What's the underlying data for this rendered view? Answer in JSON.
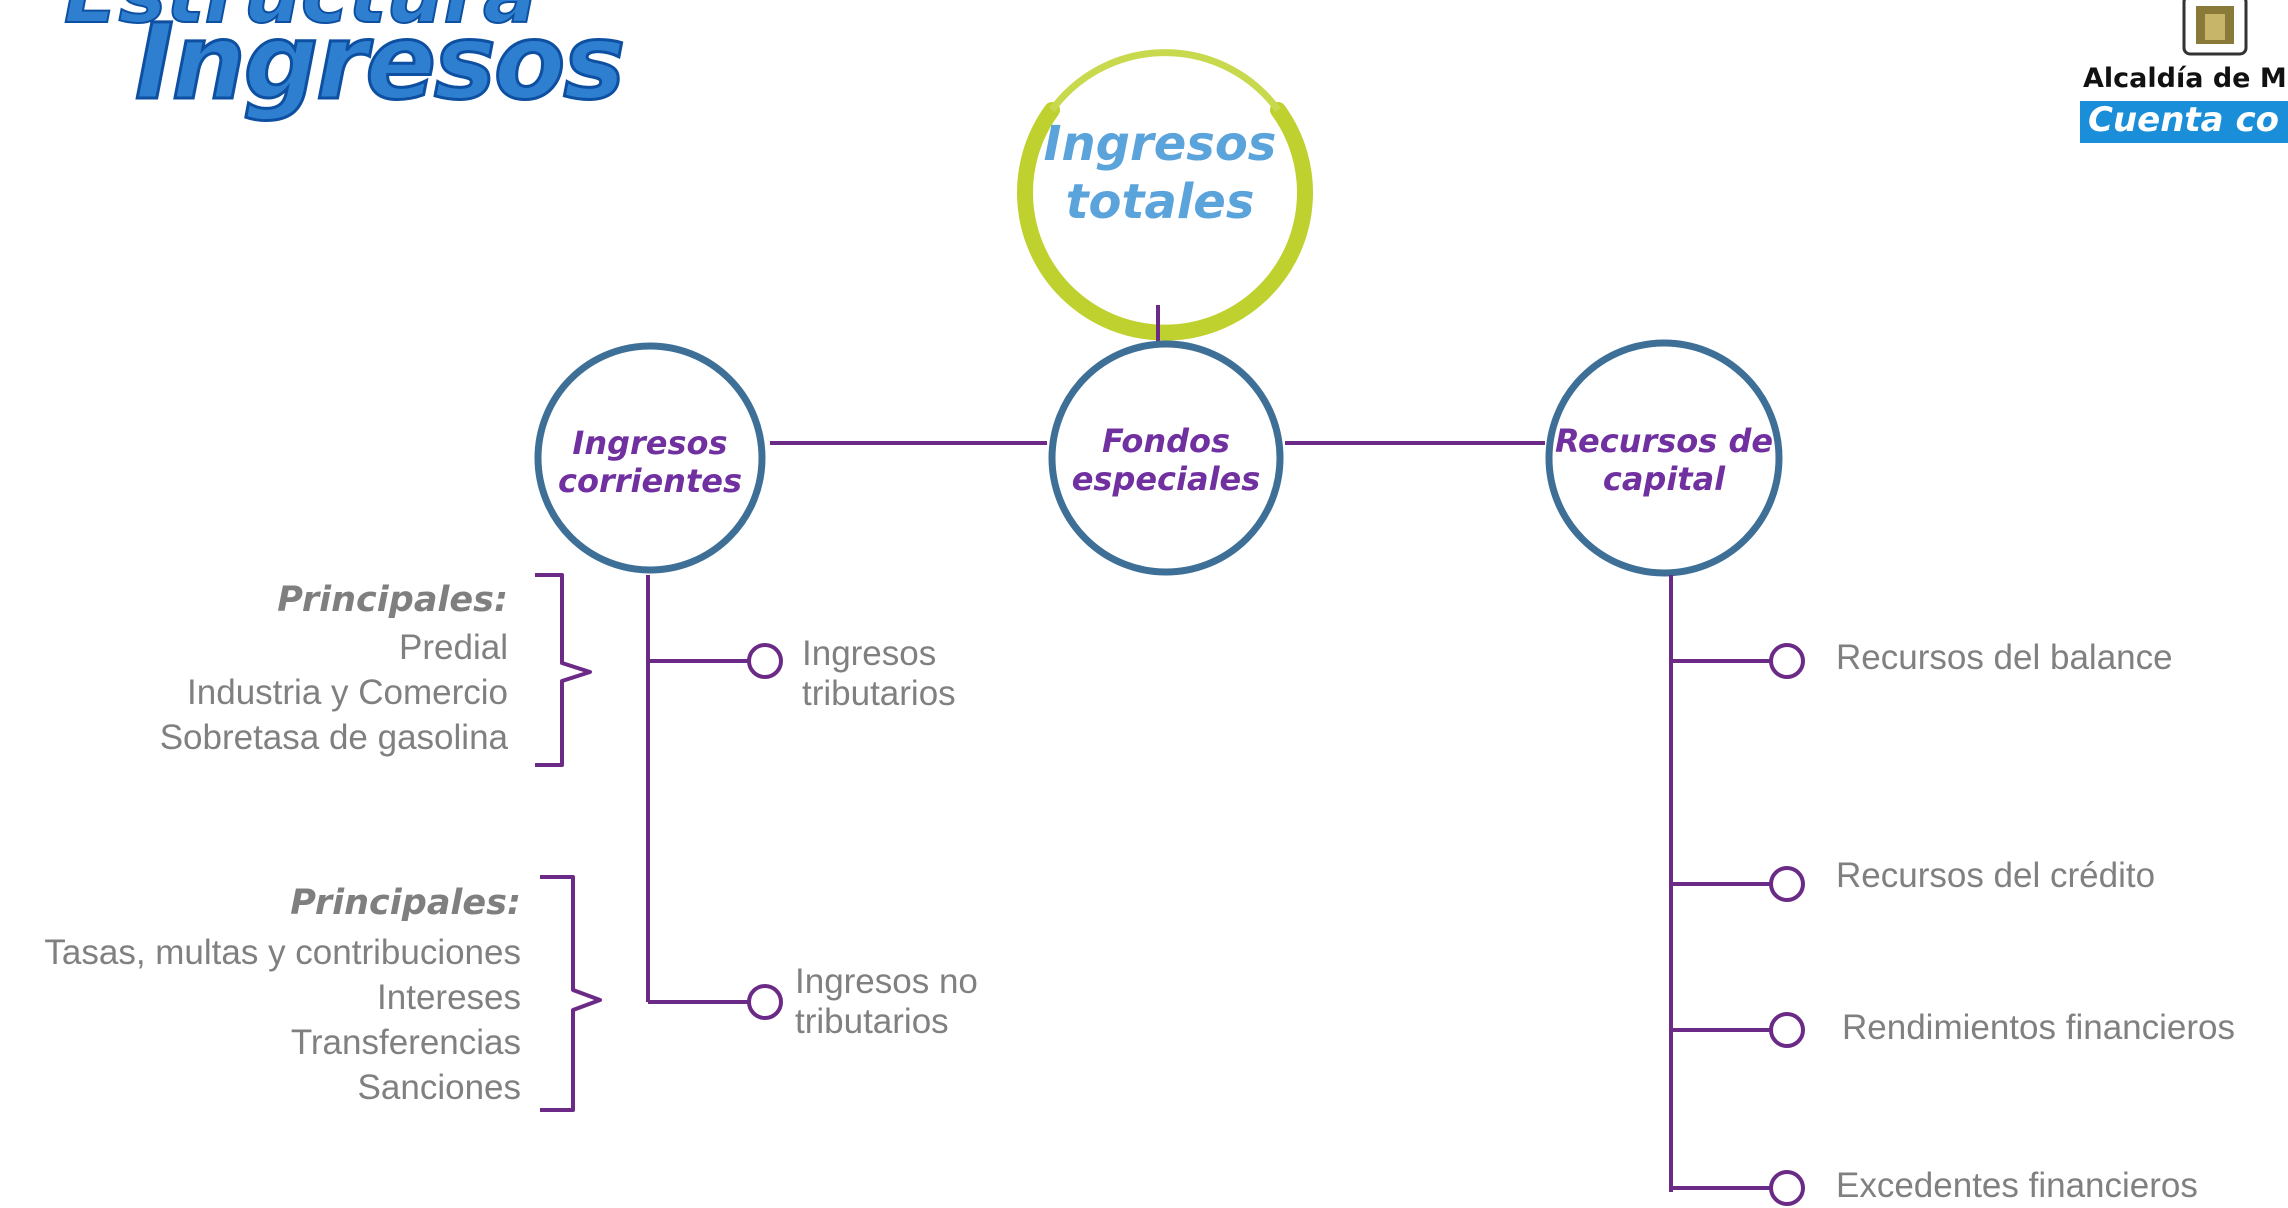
{
  "title": {
    "line1": "Estructura",
    "line2": "Ingresos"
  },
  "logo": {
    "text1": "Alcaldía de M",
    "text2": "Cuenta co"
  },
  "root": {
    "label_line1": "Ingresos",
    "label_line2": "totales"
  },
  "nodes": {
    "corrientes": {
      "line1": "Ingresos",
      "line2": "corrientes"
    },
    "fondos": {
      "line1": "Fondos",
      "line2": "especiales"
    },
    "capital": {
      "line1": "Recursos de",
      "line2": "capital"
    }
  },
  "corrientes_children": {
    "tributarios": {
      "line1": "Ingresos",
      "line2": "tributarios"
    },
    "no_tributarios": {
      "line1": "Ingresos no",
      "line2": "tributarios"
    }
  },
  "tributarios_detail": {
    "heading": "Principales:",
    "items": [
      "Predial",
      "Industria y Comercio",
      "Sobretasa de gasolina"
    ]
  },
  "no_tributarios_detail": {
    "heading": "Principales:",
    "items": [
      "Tasas, multas y contribuciones",
      "Intereses",
      "Transferencias",
      "Sanciones"
    ]
  },
  "capital_children": [
    "Recursos del balance",
    "Recursos del crédito",
    "Rendimientos financieros",
    "Excedentes financieros"
  ],
  "colors": {
    "title_blue": "#2f7fd1",
    "title_outline": "#0d4fa0",
    "root_arc_green": "#bfd12e",
    "root_text_blue": "#5ba3db",
    "node_ring_blue": "#3d6f97",
    "connector_purple": "#6a2a86",
    "label_purple": "#7030a0",
    "detail_gray": "#808080"
  }
}
